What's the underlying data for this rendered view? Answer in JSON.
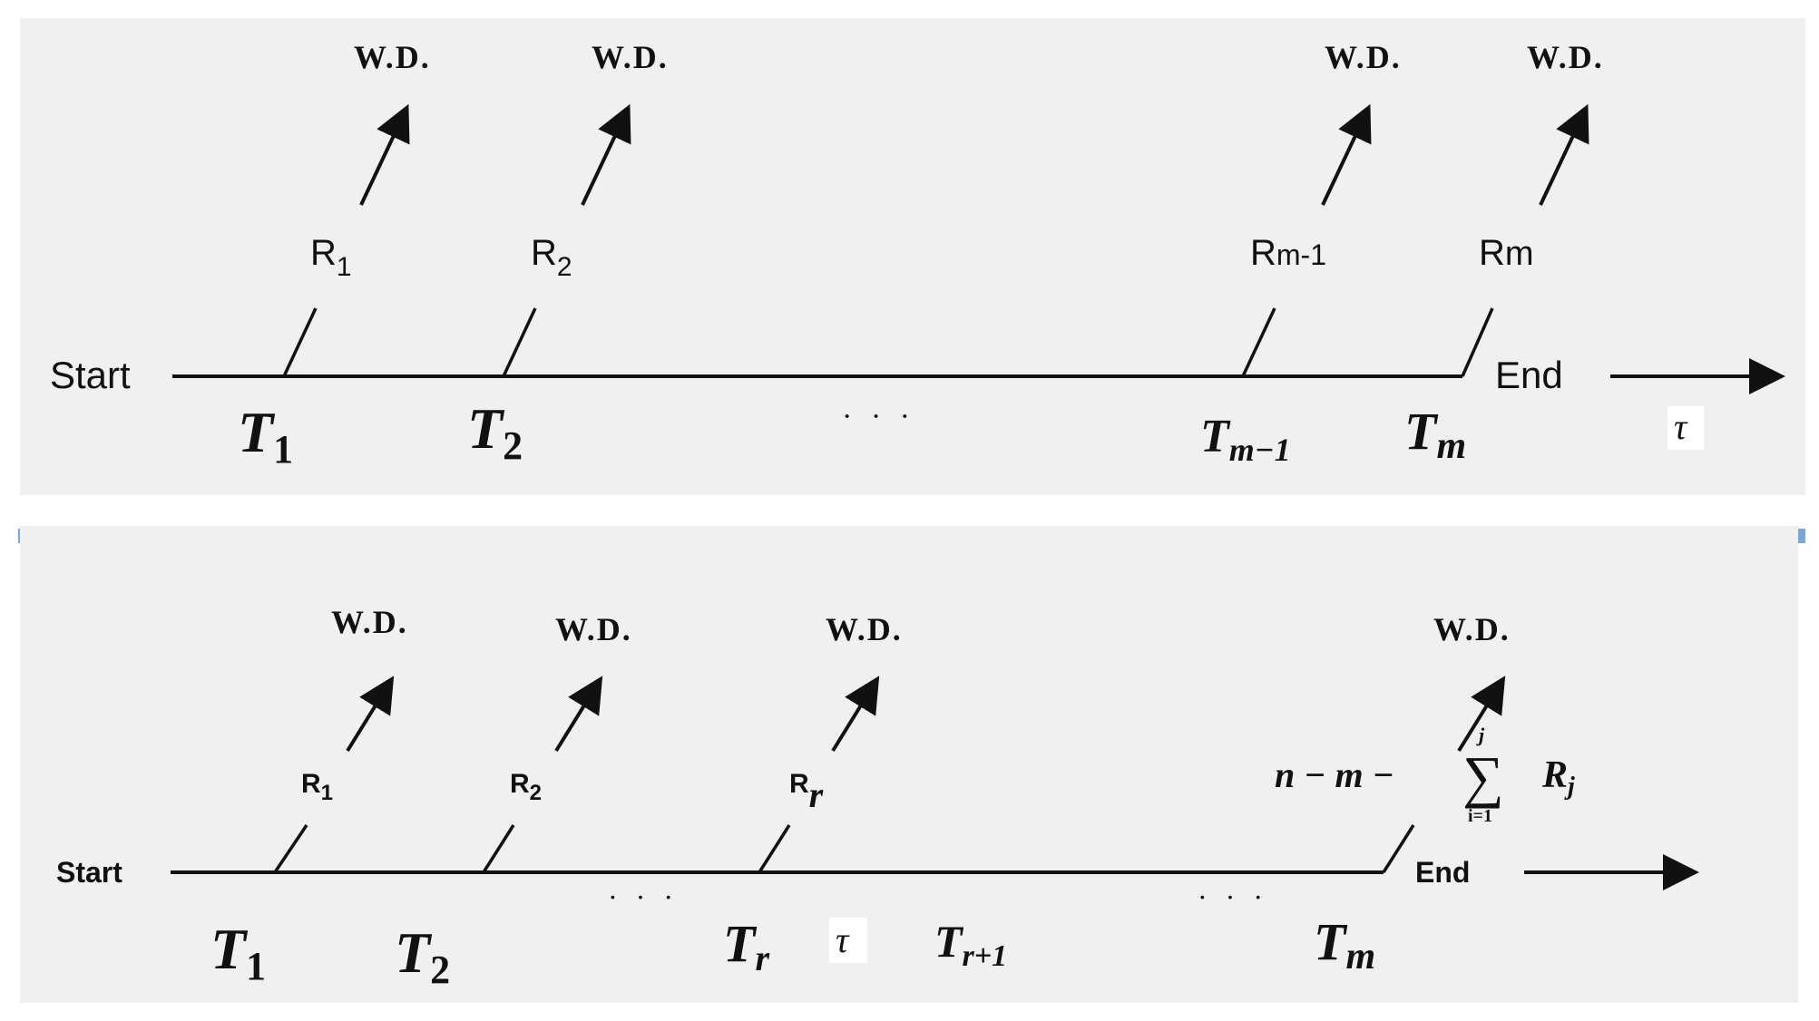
{
  "diagram": {
    "colors": {
      "panel_background": "#f0f0f0",
      "ink": "#111111",
      "page_background": "#ffffff"
    },
    "top": {
      "start_label": "Start",
      "end_label": "End",
      "tau_label": "τ",
      "ellipsis": "· · ·",
      "wd_labels": [
        "W.D.",
        "W.D.",
        "W.D.",
        "W.D."
      ],
      "removal_labels": [
        {
          "base": "R",
          "sub": "1"
        },
        {
          "base": "R",
          "sub": "2"
        },
        {
          "base": "R",
          "sub": "m-1"
        },
        {
          "base": "R",
          "sub": "m"
        }
      ],
      "time_labels": [
        {
          "base": "T",
          "sub": "1"
        },
        {
          "base": "T",
          "sub": "2"
        },
        {
          "base": "T",
          "sub": "m−1"
        },
        {
          "base": "T",
          "sub": "m"
        }
      ]
    },
    "bottom": {
      "start_label": "Start",
      "end_label": "End",
      "tau_label": "τ",
      "ellipsis_1": "· · ·",
      "ellipsis_2": "· · ·",
      "wd_labels": [
        "W.D.",
        "W.D.",
        "W.D.",
        "W.D."
      ],
      "removal_labels": [
        {
          "base": "R",
          "sub": "1"
        },
        {
          "base": "R",
          "sub": "2"
        },
        {
          "base": "R",
          "sub": "r"
        }
      ],
      "final_removal": {
        "prefix": "n − m −",
        "sum_symbol": "∑",
        "sum_upper": "j",
        "sum_lower": "i=1",
        "term_base": "R",
        "term_sub": "j"
      },
      "time_labels": [
        {
          "base": "T",
          "sub": "1"
        },
        {
          "base": "T",
          "sub": "2"
        },
        {
          "base": "T",
          "sub": "r"
        },
        {
          "base": "T",
          "sub": "r+1"
        },
        {
          "base": "T",
          "sub": "m"
        }
      ]
    }
  }
}
